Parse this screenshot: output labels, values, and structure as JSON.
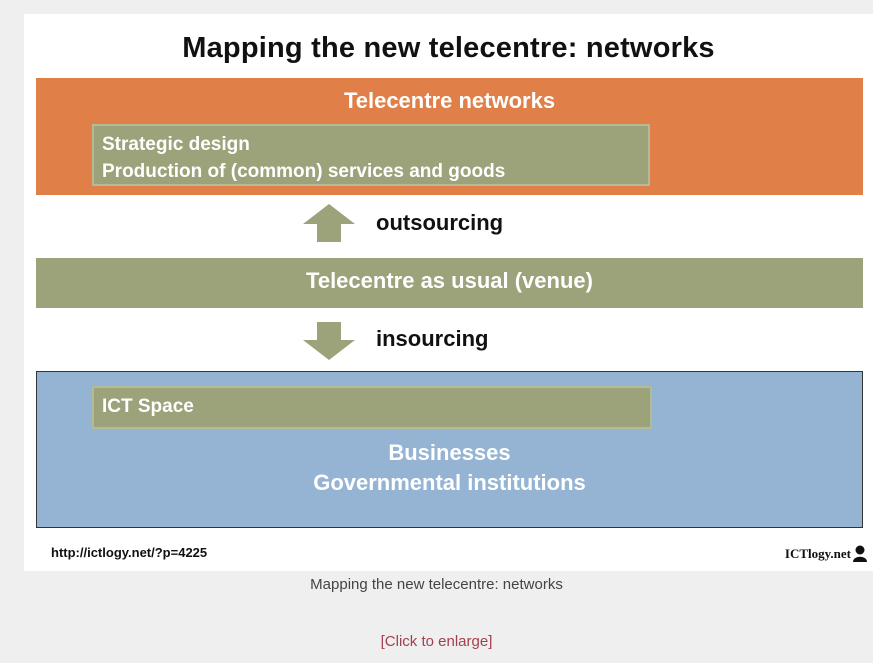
{
  "diagram": {
    "title": "Mapping the new telecentre: networks",
    "networks_box": {
      "title": "Telecentre networks",
      "inner_line1": "Strategic design",
      "inner_line2": "Production of (common) services and goods"
    },
    "outsourcing_label": "outsourcing",
    "venue_band": "Telecentre as usual (venue)",
    "insourcing_label": "insourcing",
    "ict_box": {
      "inner": "ICT Space",
      "line1": "Businesses",
      "line2": "Governmental institutions"
    },
    "source_url": "http://ictlogy.net/?p=4225",
    "brand": "ICTlogy.net"
  },
  "caption": "Mapping the new telecentre: networks",
  "enlarge_link": "[Click to enlarge]",
  "colors": {
    "orange": "#e07f47",
    "olive": "#9ca27a",
    "blue": "#95b4d3"
  },
  "icons": [
    "arrow-up-icon",
    "arrow-down-icon",
    "person-icon"
  ]
}
